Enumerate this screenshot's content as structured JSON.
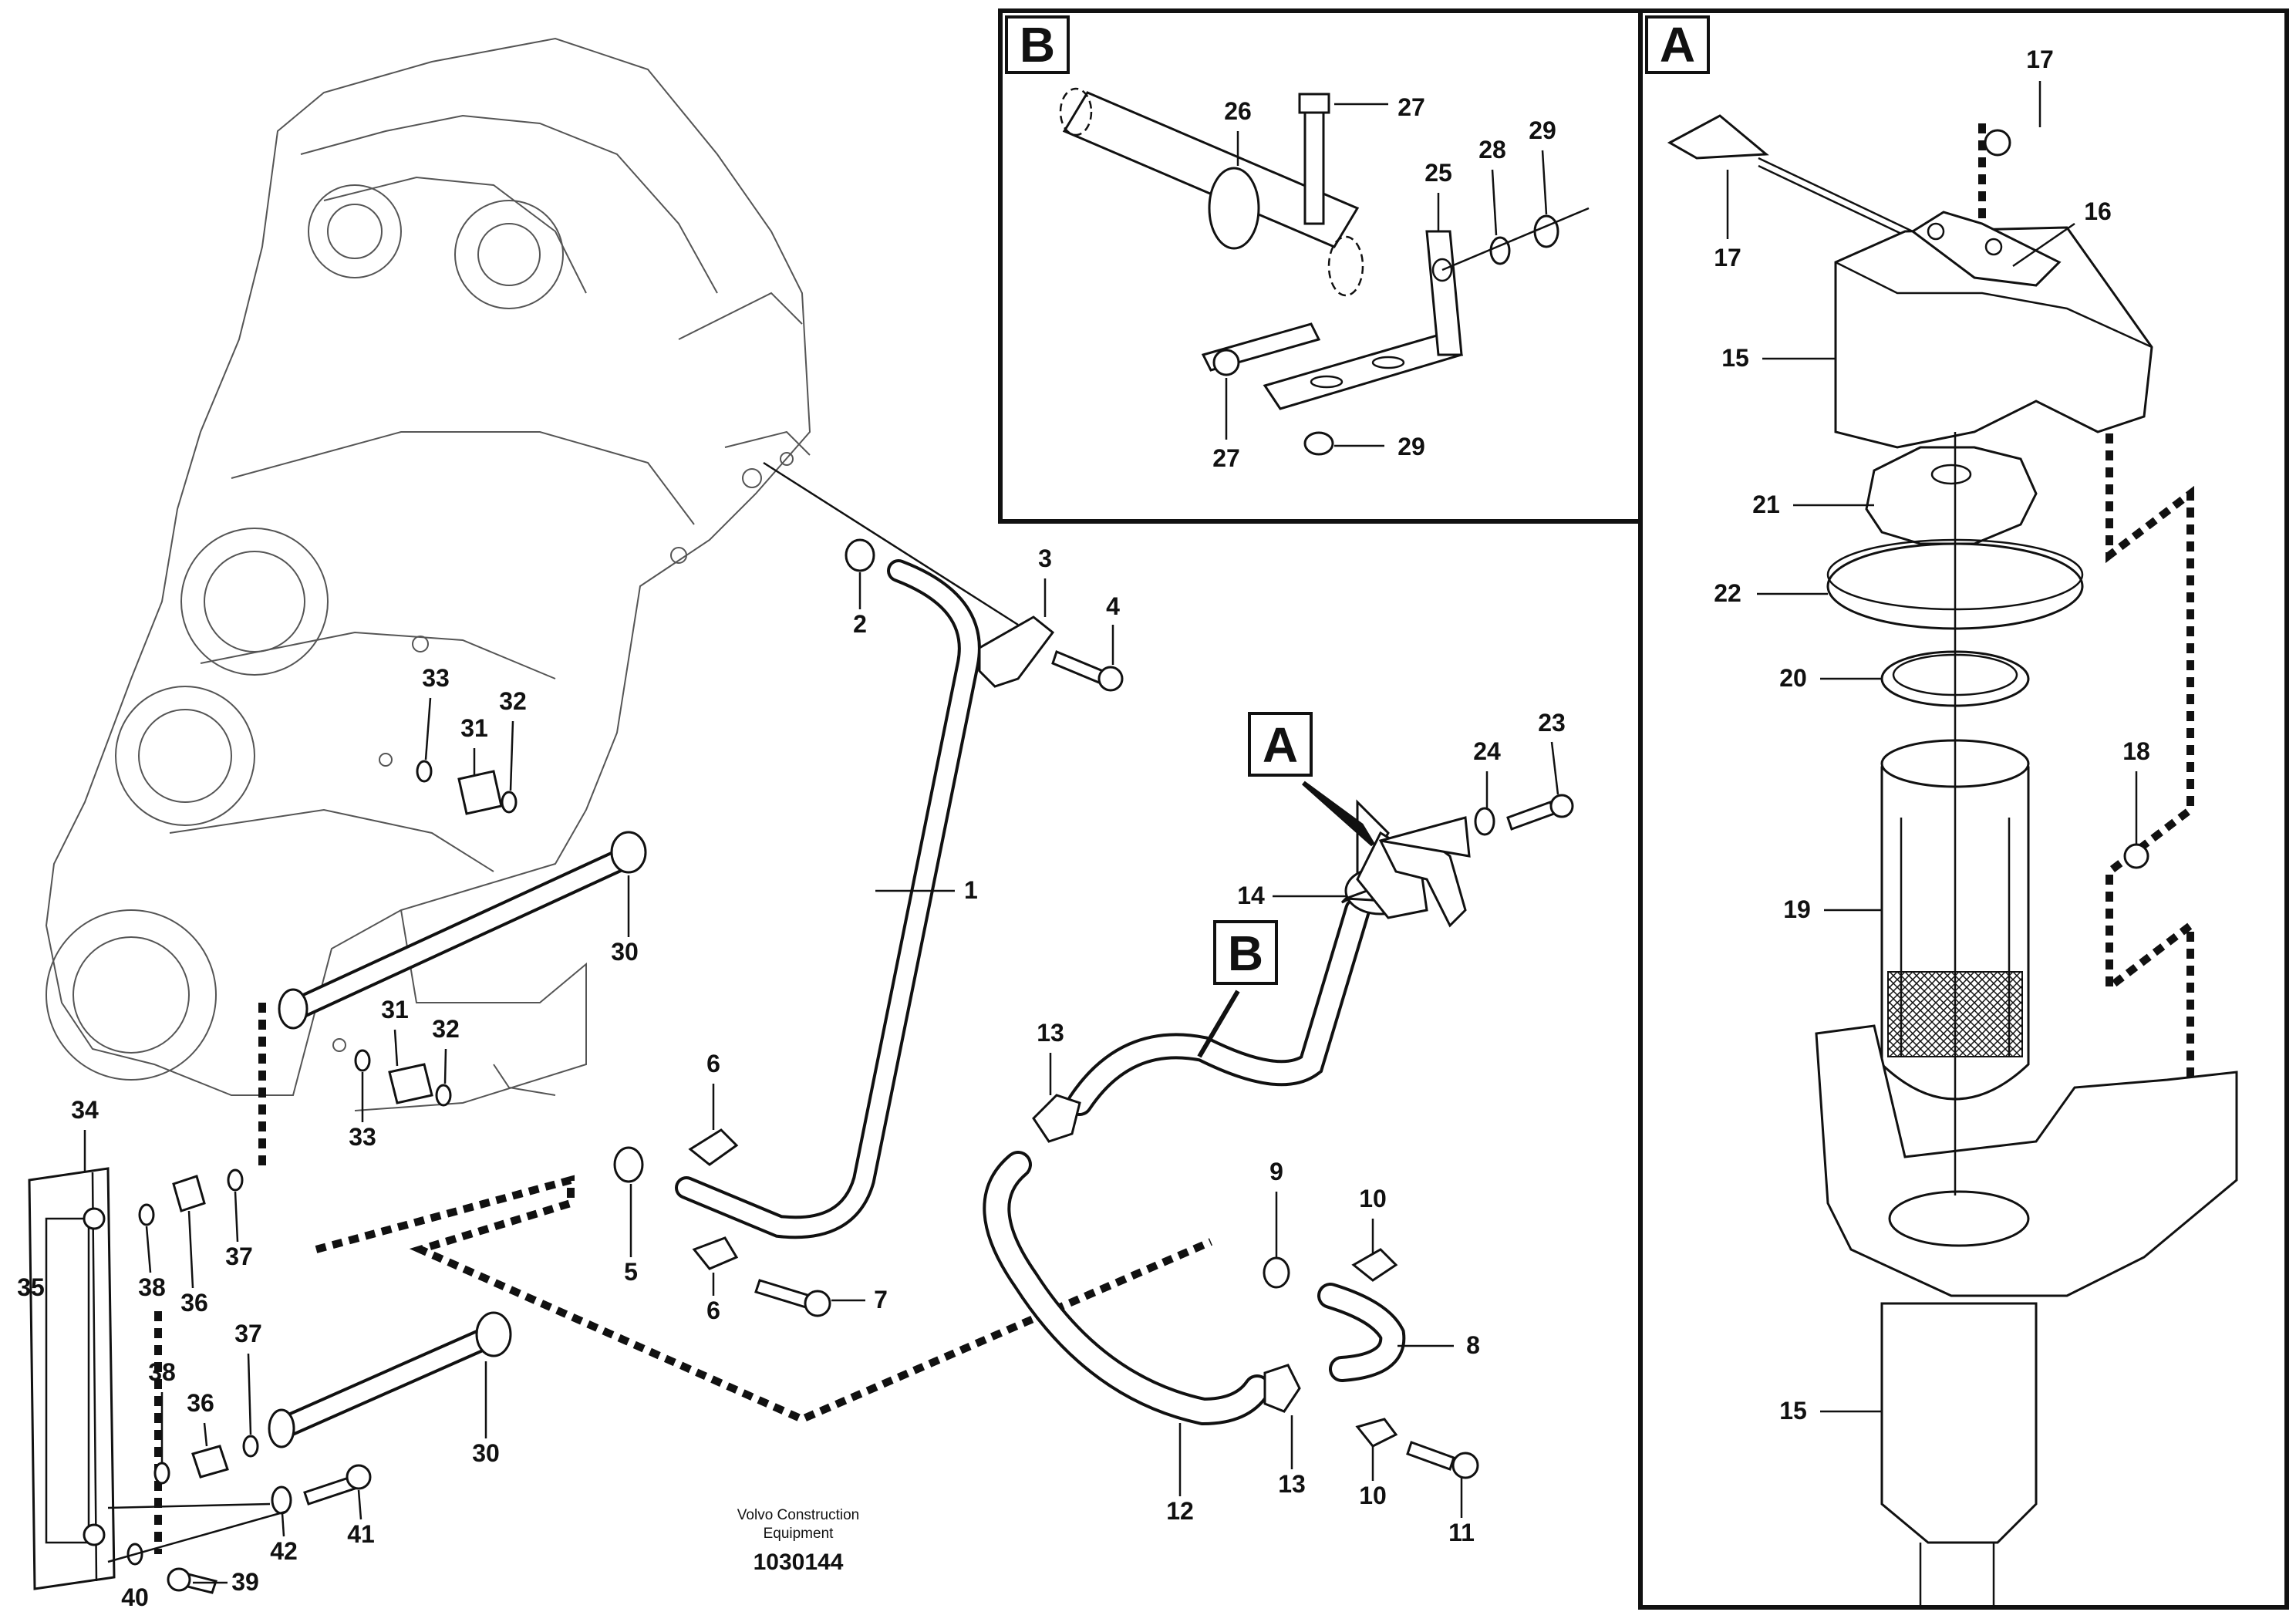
{
  "diagram": {
    "detail_labels": {
      "a": "A",
      "b": "B"
    },
    "caption": {
      "line1": "Volvo Construction",
      "line2": "Equipment"
    },
    "drawing_number": "1030144",
    "callouts": {
      "c1": "1",
      "c2": "2",
      "c3": "3",
      "c4": "4",
      "c5": "5",
      "c6a": "6",
      "c6b": "6",
      "c7": "7",
      "c8": "8",
      "c9": "9",
      "c10a": "10",
      "c10b": "10",
      "c11": "11",
      "c12": "12",
      "c13a": "13",
      "c13b": "13",
      "c14": "14",
      "c15a": "15",
      "c15b": "15",
      "c16": "16",
      "c17a": "17",
      "c17b": "17",
      "c18": "18",
      "c19": "19",
      "c20": "20",
      "c21": "21",
      "c22": "22",
      "c23": "23",
      "c24": "24",
      "c25": "25",
      "c26": "26",
      "c27a": "27",
      "c27b": "27",
      "c28": "28",
      "c29a": "29",
      "c29b": "29",
      "c30a": "30",
      "c30b": "30",
      "c31a": "31",
      "c31b": "31",
      "c32a": "32",
      "c32b": "32",
      "c33a": "33",
      "c33b": "33",
      "c34": "34",
      "c35": "35",
      "c36a": "36",
      "c36b": "36",
      "c37a": "37",
      "c37b": "37",
      "c38a": "38",
      "c38b": "38",
      "c39": "39",
      "c40": "40",
      "c41": "41",
      "c42": "42"
    }
  }
}
